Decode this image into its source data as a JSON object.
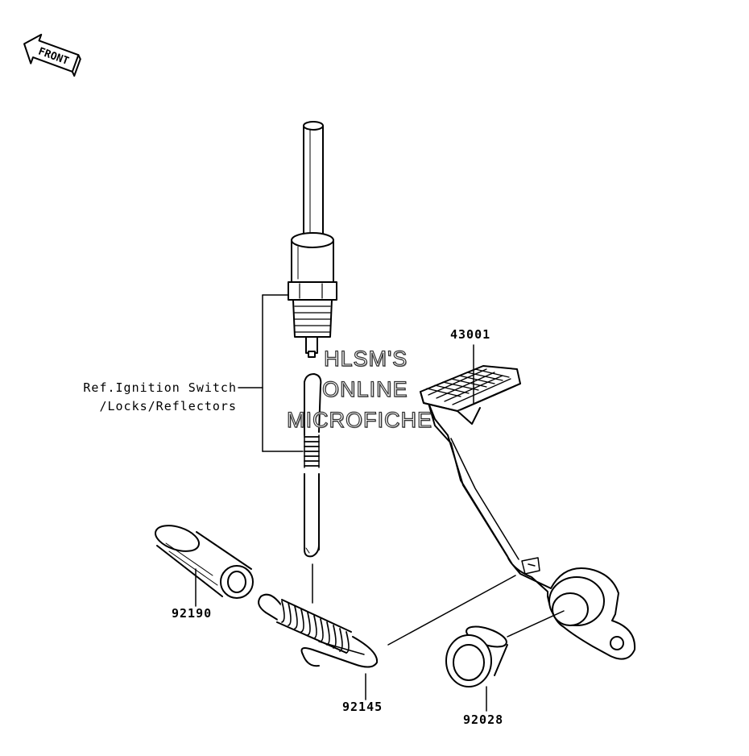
{
  "orientation": {
    "label": "FRONT"
  },
  "reference_note": {
    "line1": "Ref.Ignition Switch",
    "line2": "/Locks/Reflectors"
  },
  "parts": [
    {
      "number": "43001"
    },
    {
      "number": "92190"
    },
    {
      "number": "92145"
    },
    {
      "number": "92028"
    }
  ],
  "watermark": {
    "line1": "HLSM'S",
    "line2": "ONLINE",
    "line3": "MICROFICHE"
  }
}
